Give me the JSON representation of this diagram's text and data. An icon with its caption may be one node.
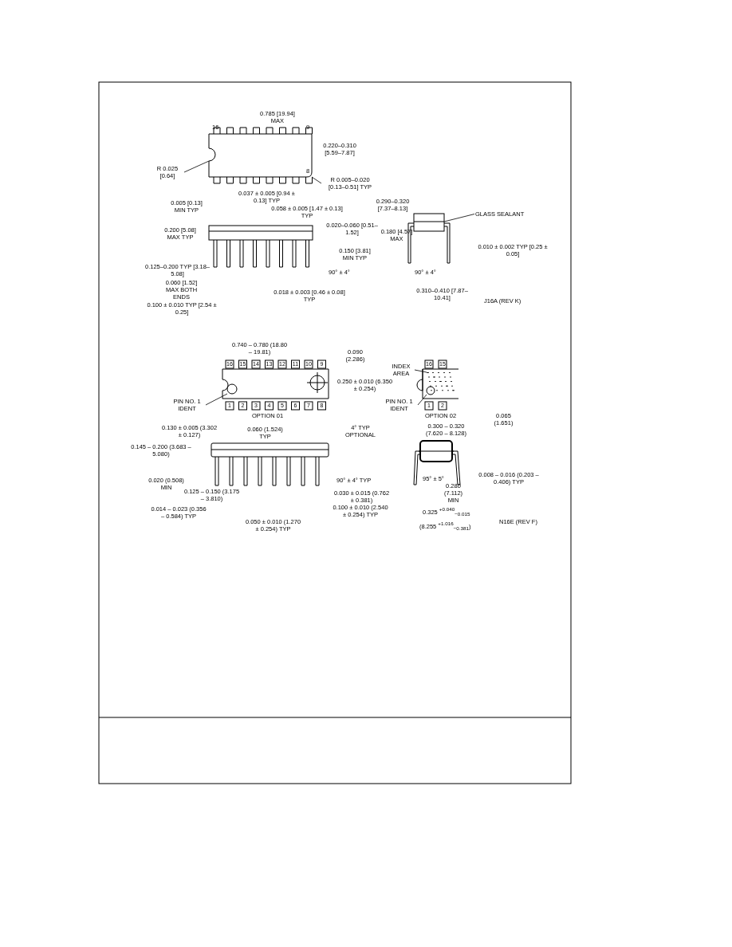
{
  "diagram": {
    "nodes": [
      {
        "text": [
          "R 0.025 [0.64]"
        ]
      },
      {
        "text": [
          "R 0.005–0.020 [0.13–0.51] TYP"
        ]
      },
      {
        "text": [
          "GLASS SEALANT"
        ]
      },
      {
        "text": [
          "INDEX AREA"
        ]
      },
      {
        "text": [
          "PIN NO. 1 IDENT"
        ]
      },
      {
        "text": [
          "PIN NO. 1 IDENT"
        ]
      },
      {
        "text": [],
        "shape": "picture"
      },
      {
        "text": [],
        "shape": "picture"
      },
      {
        "text": [],
        "shape": "bar"
      },
      {
        "text": [],
        "shape": "box"
      },
      {
        "text": [],
        "shape": "circle"
      },
      {
        "text": [],
        "shape": "circle"
      }
    ],
    "edges": [
      {
        "from": 0,
        "to": 6,
        "arrow": "none"
      },
      {
        "from": 1,
        "to": 7,
        "arrow": "none"
      },
      {
        "from": 2,
        "to": 8,
        "arrow": "none"
      },
      {
        "from": 3,
        "to": 9,
        "arrow": "none"
      },
      {
        "from": 4,
        "to": 10,
        "arrow": "none"
      },
      {
        "from": 5,
        "to": 11,
        "arrow": "none"
      }
    ],
    "labels": [
      "0.785 [19.94] MAX",
      "16",
      "9",
      "0.220–0.310 [5.59–7.87]",
      "8",
      "0.037 ± 0.005 [0.94 ± 0.13] TYP",
      "0.005 [0.13] MIN TYP",
      "0.058 ± 0.005 [1.47 ± 0.13] TYP",
      "0.200 [5.08] MAX TYP",
      "0.020–0.060 [0.51–1.52]",
      "0.150 [3.81] MIN TYP",
      "0.125–0.200 TYP [3.18–5.08]",
      "0.060 [1.52] MAX BOTH ENDS",
      "90° ± 4°",
      "0.018 ± 0.003 [0.46 ± 0.08] TYP",
      "0.100 ± 0.010 TYP [2.54 ± 0.25]",
      "0.290–0.320 [7.37–8.13]",
      "0.180 [4.57] MAX",
      "0.010 ± 0.002 TYP [0.25 ± 0.05]",
      "90° ± 4°",
      "0.310–0.410 [7.87–10.41]",
      "J16A (REV K)",
      "0.740 – 0.780 (18.80 – 19.81)",
      "0.090 (2.286)",
      "16",
      "15",
      "14",
      "13",
      "12",
      "11",
      "10",
      "9",
      "0.250 ± 0.010 (6.350 ± 0.254)",
      "16",
      "15",
      "1",
      "2",
      "3",
      "4",
      "5",
      "6",
      "7",
      "8",
      "1",
      "2",
      "OPTION 01",
      "OPTION 02",
      "0.065 (1.651)",
      "0.130 ± 0.005 (3.302 ± 0.127)",
      "0.060 (1.524) TYP",
      "4° TYP OPTIONAL",
      "0.300 – 0.320 (7.620 – 8.128)",
      "0.145 – 0.200 (3.683 – 5.080)",
      "0.020 (0.508) MIN",
      "90° ± 4° TYP",
      "95° ± 5°",
      "0.008 – 0.016 (0.203 – 0.406) TYP",
      "0.125 – 0.150 (3.175 – 3.810)",
      "0.280 (7.112) MIN",
      "0.030 ± 0.015 (0.762 ± 0.381)",
      "0.014 – 0.023 (0.356 – 0.584) TYP",
      "0.100 ± 0.010 (2.540 ± 0.254) TYP",
      "0.325 $^{+0.040}$$_{−0.015}$",
      "(8.255 $^{+1.016}$$_{−0.381}$)",
      "N16E (REV F)",
      "0.050 ± 0.010 (1.270 ± 0.254) TYP"
    ]
  }
}
